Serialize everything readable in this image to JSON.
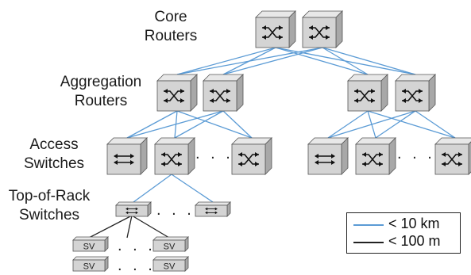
{
  "labels": {
    "core_line1": "Core",
    "core_line2": "Routers",
    "agg_line1": "Aggregation",
    "agg_line2": "Routers",
    "access_line1": "Access",
    "access_line2": "Switches",
    "tor_line1": "Top-of-Rack",
    "tor_line2": "Switches"
  },
  "server_label": "SV",
  "ellipsis": ". . .",
  "legend": {
    "blue_label": "< 10 km",
    "black_label": "< 100 m"
  },
  "colors": {
    "long_link": "#5b9bd5",
    "short_link": "#222222",
    "box_face": "#d4d4d4",
    "box_top": "#e8e8e8",
    "box_side": "#a8a8a8"
  },
  "icons": {
    "router": "bidirectional-arrows-icon",
    "switch": "double-arrow-icon"
  }
}
